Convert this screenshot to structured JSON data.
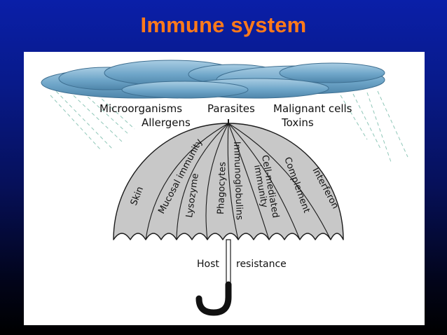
{
  "slide": {
    "title": "Immune system"
  },
  "threats": {
    "microorganisms": "Microorganisms",
    "allergens": "Allergens",
    "parasites": "Parasites",
    "malignant_cells": "Malignant cells",
    "toxins": "Toxins"
  },
  "defenses": {
    "skin": "Skin",
    "mucosal_immunity": "Mucosal immunity",
    "lysozyme": "Lysozyme",
    "phagocytes": "Phagocytes",
    "immunoglobulins": "Immunoglobulins",
    "cell_mediated_1": "Cell-mediated",
    "cell_mediated_2": "immunity",
    "complement": "Complement",
    "interferon": "Interferon"
  },
  "handle": {
    "host": "Host",
    "resistance": "resistance"
  },
  "colors": {
    "title": "#ff7a1a",
    "cloud": "#6fa6c9",
    "canopy": "#c8c8c8",
    "rain": "#8fc7b8",
    "handle": "#111111"
  }
}
